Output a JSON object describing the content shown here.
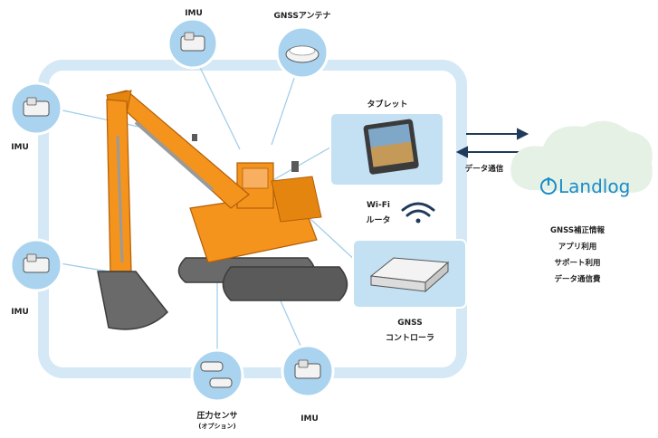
{
  "labels": {
    "imu_top": "IMU",
    "gnss_antenna": "GNSSアンテナ",
    "imu_left_top": "IMU",
    "imu_left_bottom": "IMU",
    "imu_bottom_right": "IMU",
    "tablet": "タブレット",
    "data_comm": "データ通信",
    "wifi_router_line1": "Wi-Fi",
    "wifi_router_line2": "ルータ",
    "gnss_controller_line1": "GNSS",
    "gnss_controller_line2": "コントローラ",
    "pressure_sensor": "圧力センサ",
    "pressure_sensor_option": "(オプション)",
    "landlog": "Landlog"
  },
  "service_list": [
    "GNSS補正情報",
    "アプリ利用",
    "サポート利用",
    "データ通信費"
  ],
  "colors": {
    "frame": "#d4e8f5",
    "node_fill": "#a9d3ee",
    "node_border": "#ffffff",
    "box_fill": "#c3e1f3",
    "excavator": "#f4941d",
    "excavator_dark": "#d06f0a",
    "track": "#5a5a5a",
    "cloud": "#e6f1e6",
    "landlog_blue": "#1a8cc8",
    "arrow": "#1f3a5a"
  }
}
